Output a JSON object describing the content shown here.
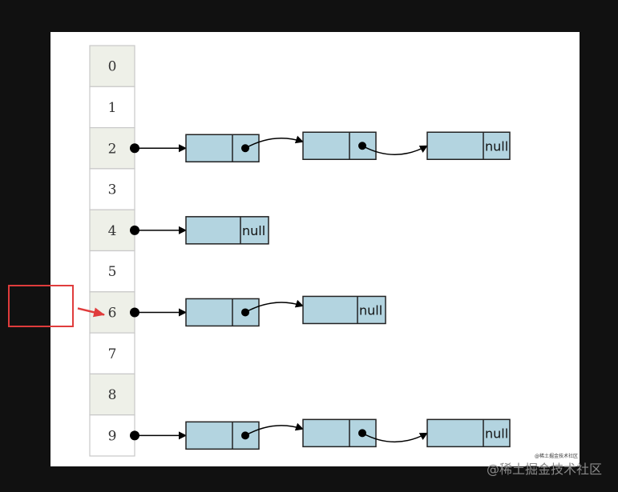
{
  "array": {
    "indices": [
      "0",
      "1",
      "2",
      "3",
      "4",
      "5",
      "6",
      "7",
      "8",
      "9"
    ]
  },
  "chains": [
    {
      "bucket": 2,
      "length": 3
    },
    {
      "bucket": 4,
      "length": 1
    },
    {
      "bucket": 6,
      "length": 2
    },
    {
      "bucket": 9,
      "length": 3
    }
  ],
  "null_label": "null",
  "highlight": {
    "bucket": 6
  },
  "watermark": {
    "small": "@稀土掘金技术社区",
    "main": "@稀土掘金技术社区"
  },
  "colors": {
    "node_fill": "#b3d4e0",
    "shaded_cell": "#eef0e8",
    "highlight": "#e03c3c"
  }
}
